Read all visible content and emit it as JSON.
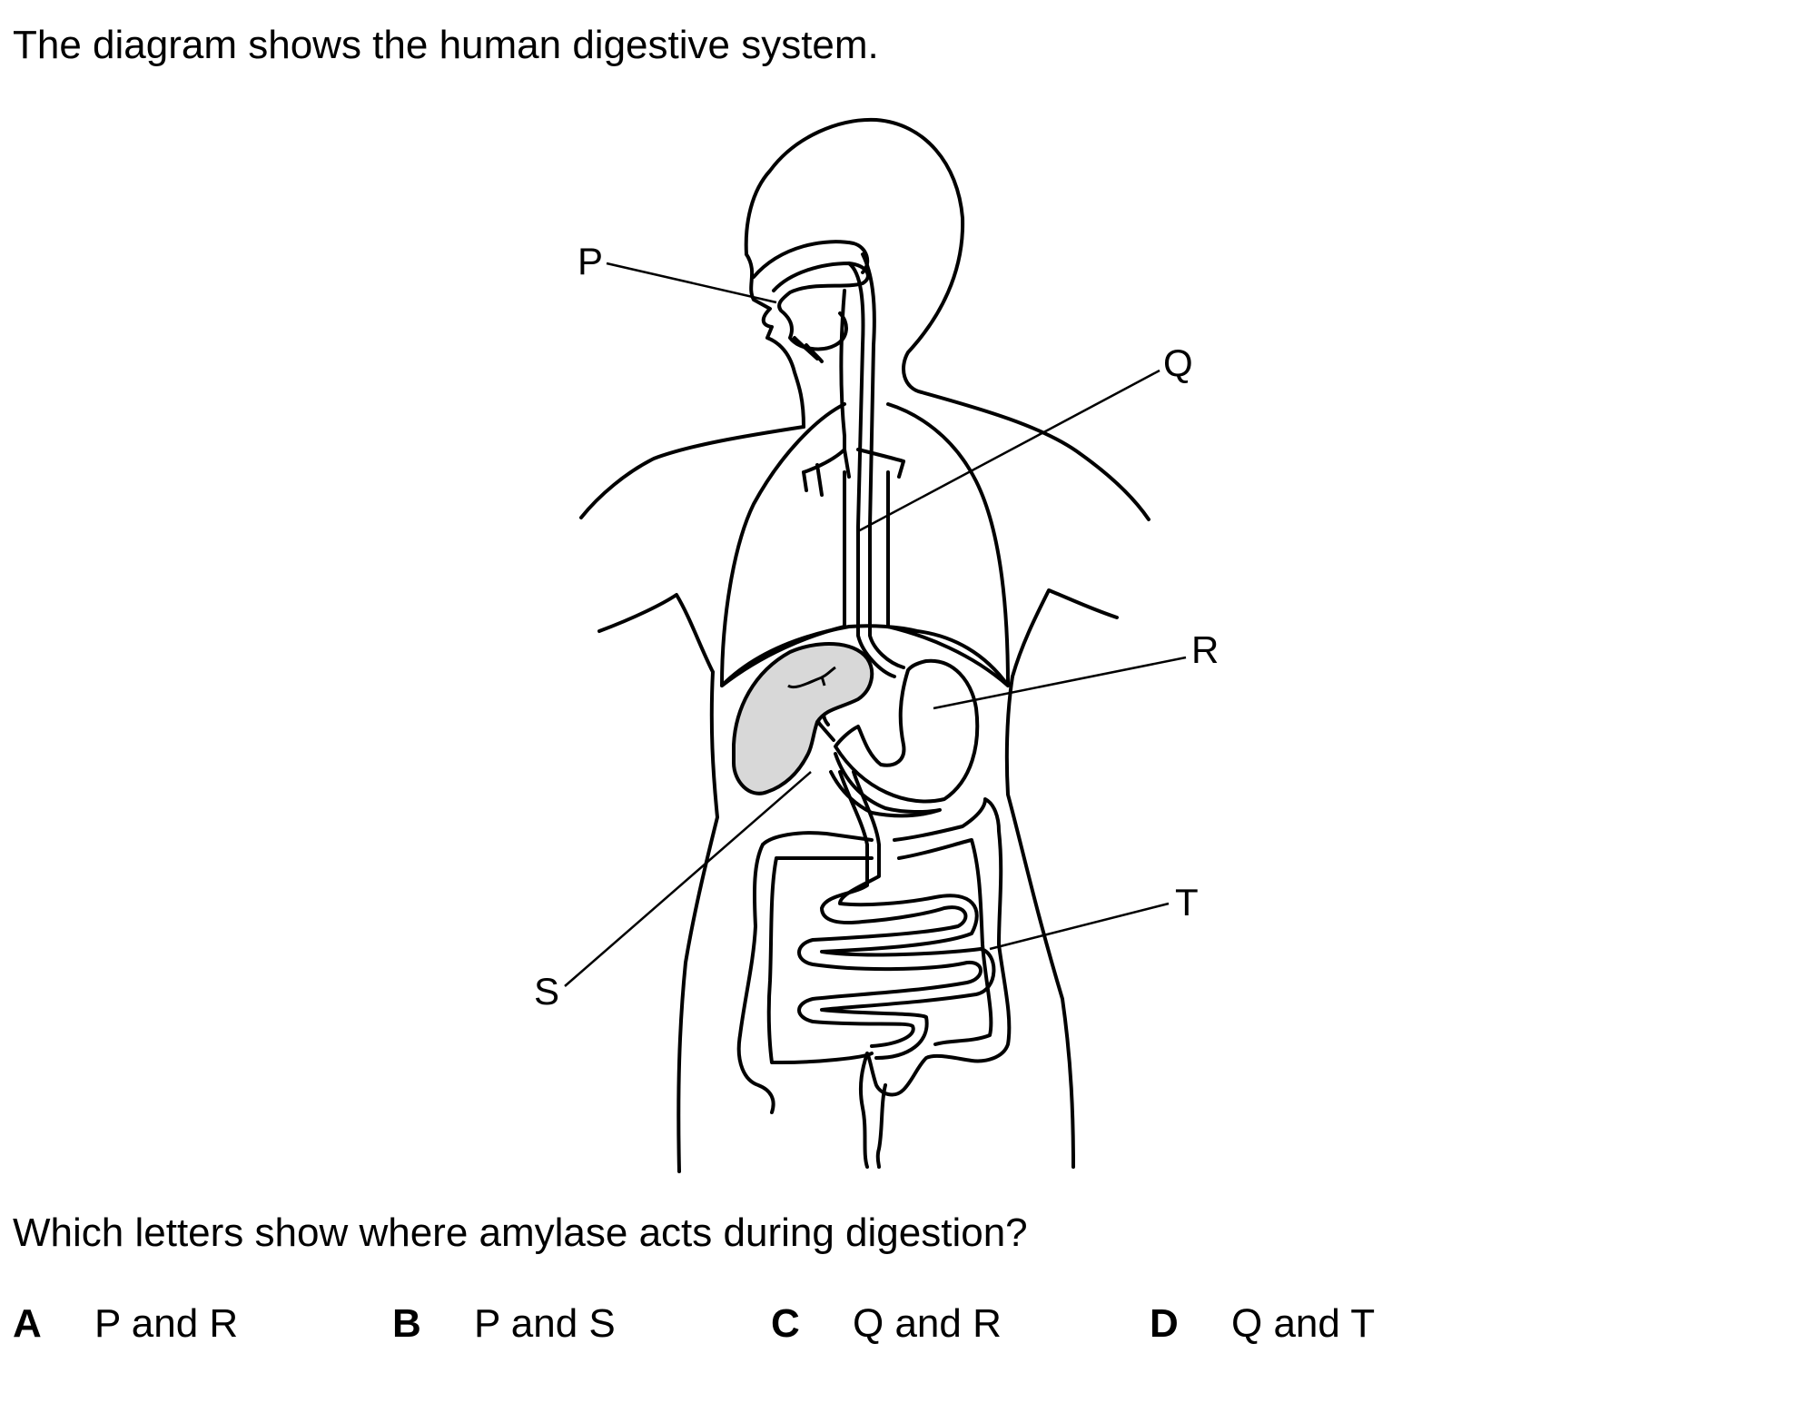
{
  "intro": "The diagram shows the human digestive system.",
  "labels": {
    "P": "P",
    "Q": "Q",
    "R": "R",
    "S": "S",
    "T": "T"
  },
  "question": "Which letters show where amylase acts during digestion?",
  "options": [
    {
      "letter": "A",
      "text": "P and R"
    },
    {
      "letter": "B",
      "text": "P and S"
    },
    {
      "letter": "C",
      "text": "Q and R"
    },
    {
      "letter": "D",
      "text": "Q and T"
    }
  ],
  "colors": {
    "line": "#000000",
    "liver_fill": "#d8d8d8",
    "background": "#ffffff"
  }
}
